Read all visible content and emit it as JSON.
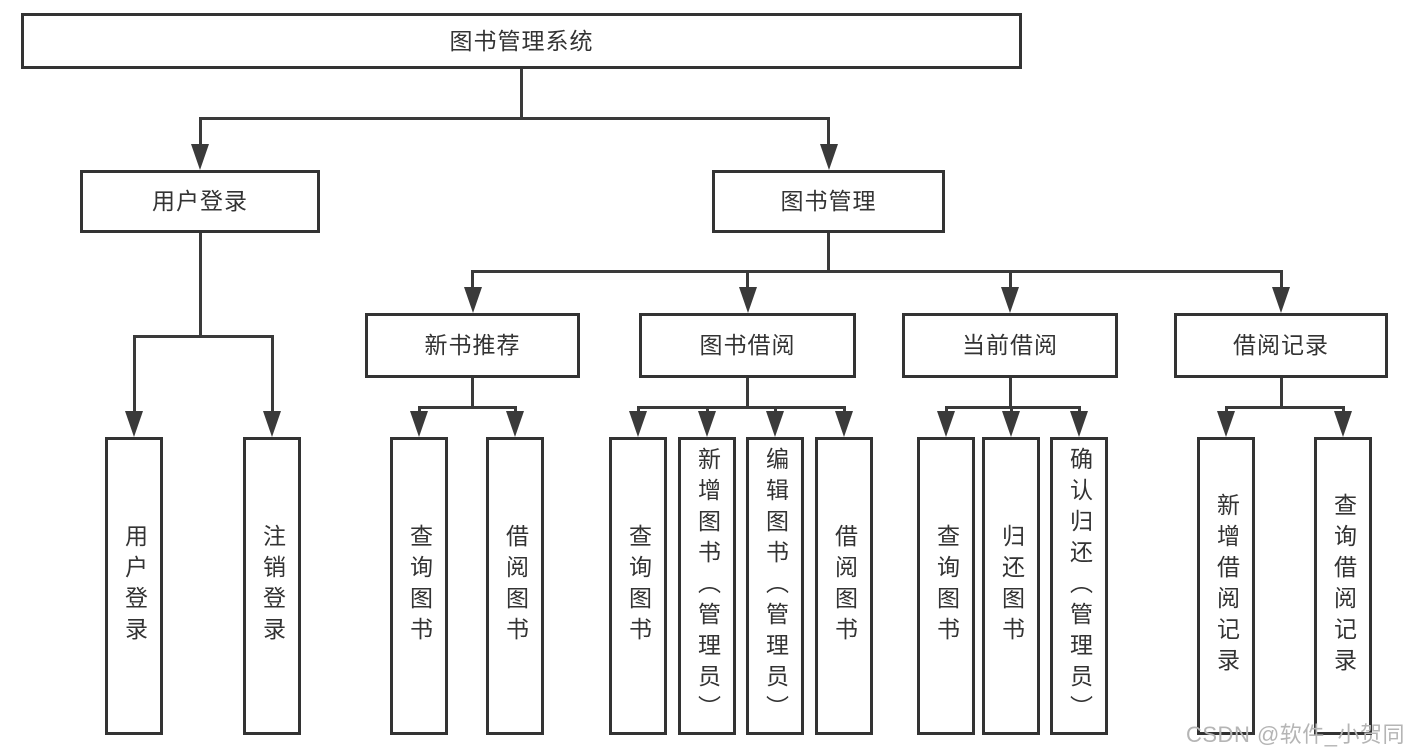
{
  "diagram": {
    "title": "图书管理系统",
    "type": "tree",
    "nodes": [
      {
        "id": "root",
        "label": "图书管理系统",
        "children": [
          "user-login",
          "book-mgmt"
        ]
      },
      {
        "id": "user-login",
        "label": "用户登录",
        "children": [
          "user-login-leaf",
          "logout"
        ]
      },
      {
        "id": "book-mgmt",
        "label": "图书管理",
        "children": [
          "new-book-recommend",
          "book-borrow",
          "current-borrow",
          "borrow-records"
        ]
      },
      {
        "id": "new-book-recommend",
        "label": "新书推荐",
        "children": [
          "nb-query-book",
          "nb-borrow-book"
        ]
      },
      {
        "id": "book-borrow",
        "label": "图书借阅",
        "children": [
          "bb-query-book",
          "bb-add-book",
          "bb-edit-book",
          "bb-borrow-book"
        ]
      },
      {
        "id": "current-borrow",
        "label": "当前借阅",
        "children": [
          "cb-query-book",
          "cb-return-book",
          "cb-confirm-return"
        ]
      },
      {
        "id": "borrow-records",
        "label": "借阅记录",
        "children": [
          "br-add-record",
          "br-query-record"
        ]
      },
      {
        "id": "user-login-leaf",
        "label": "用户登录",
        "children": []
      },
      {
        "id": "logout",
        "label": "注销登录",
        "children": []
      },
      {
        "id": "nb-query-book",
        "label": "查询图书",
        "children": []
      },
      {
        "id": "nb-borrow-book",
        "label": "借阅图书",
        "children": []
      },
      {
        "id": "bb-query-book",
        "label": "查询图书",
        "children": []
      },
      {
        "id": "bb-add-book",
        "label": "新增图书（管理员）",
        "children": []
      },
      {
        "id": "bb-edit-book",
        "label": "编辑图书（管理员）",
        "children": []
      },
      {
        "id": "bb-borrow-book",
        "label": "借阅图书",
        "children": []
      },
      {
        "id": "cb-query-book",
        "label": "查询图书",
        "children": []
      },
      {
        "id": "cb-return-book",
        "label": "归还图书",
        "children": []
      },
      {
        "id": "cb-confirm-return",
        "label": "确认归还（管理员）",
        "children": []
      },
      {
        "id": "br-add-record",
        "label": "新增借阅记录",
        "children": []
      },
      {
        "id": "br-query-record",
        "label": "查询借阅记录",
        "children": []
      }
    ]
  },
  "watermark": "CSDN @软件_小贺同学",
  "colors": {
    "background": "#ffffff",
    "box_border": "#333333",
    "line": "#3a3a3a",
    "text": "#333333",
    "watermark_text": "#b5b5b5"
  }
}
